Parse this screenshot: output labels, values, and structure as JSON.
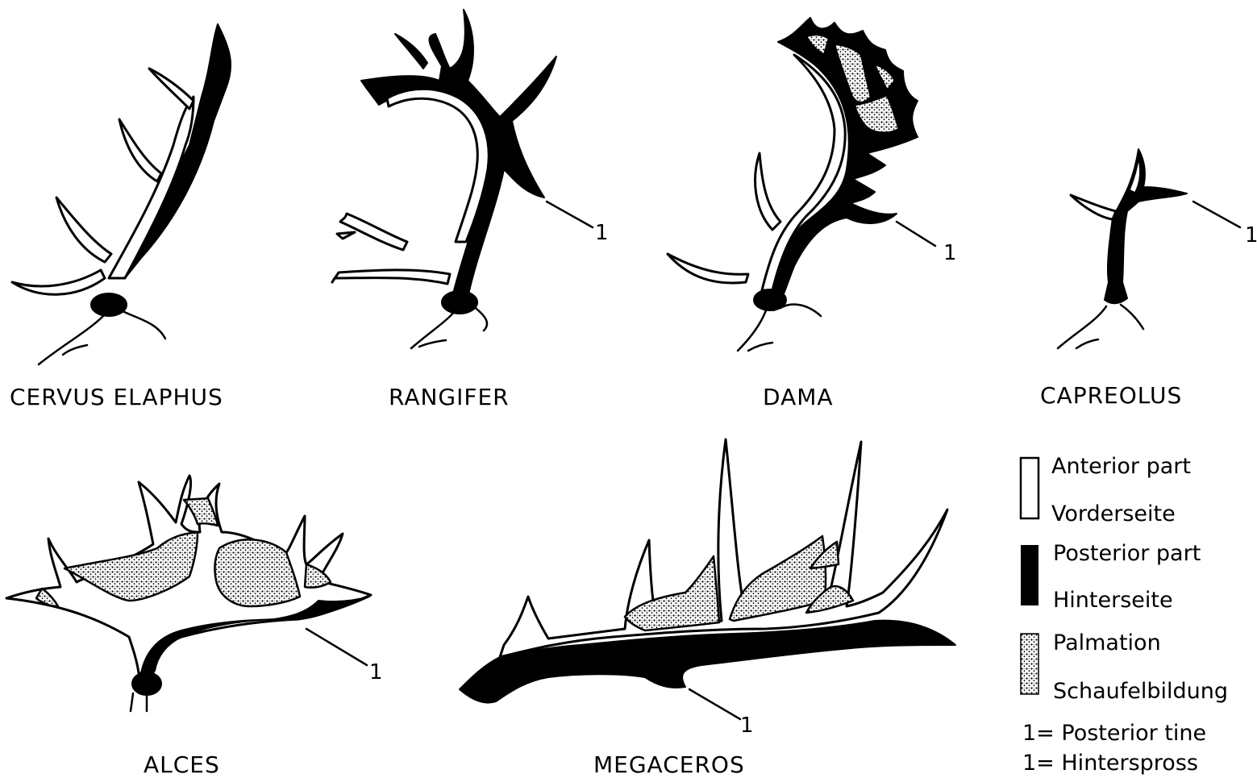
{
  "species": {
    "cervus": "CERVUS ELAPHUS",
    "rangifer": "RANGIFER",
    "dama": "DAMA",
    "capreolus": "CAPREOLUS",
    "alces": "ALCES",
    "megaceros": "MEGACEROS"
  },
  "tine_marker": "1",
  "legend": {
    "anterior_en": "Anterior part",
    "anterior_de": "Vorderseite",
    "posterior_en": "Posterior part",
    "posterior_de": "Hinterseite",
    "palmation_en": "Palmation",
    "palmation_de": "Schaufelbildung",
    "tine_en": "1= Posterior tine",
    "tine_de": "1= Hinterspross"
  },
  "colors": {
    "ink": "#000000",
    "paper": "#ffffff"
  }
}
